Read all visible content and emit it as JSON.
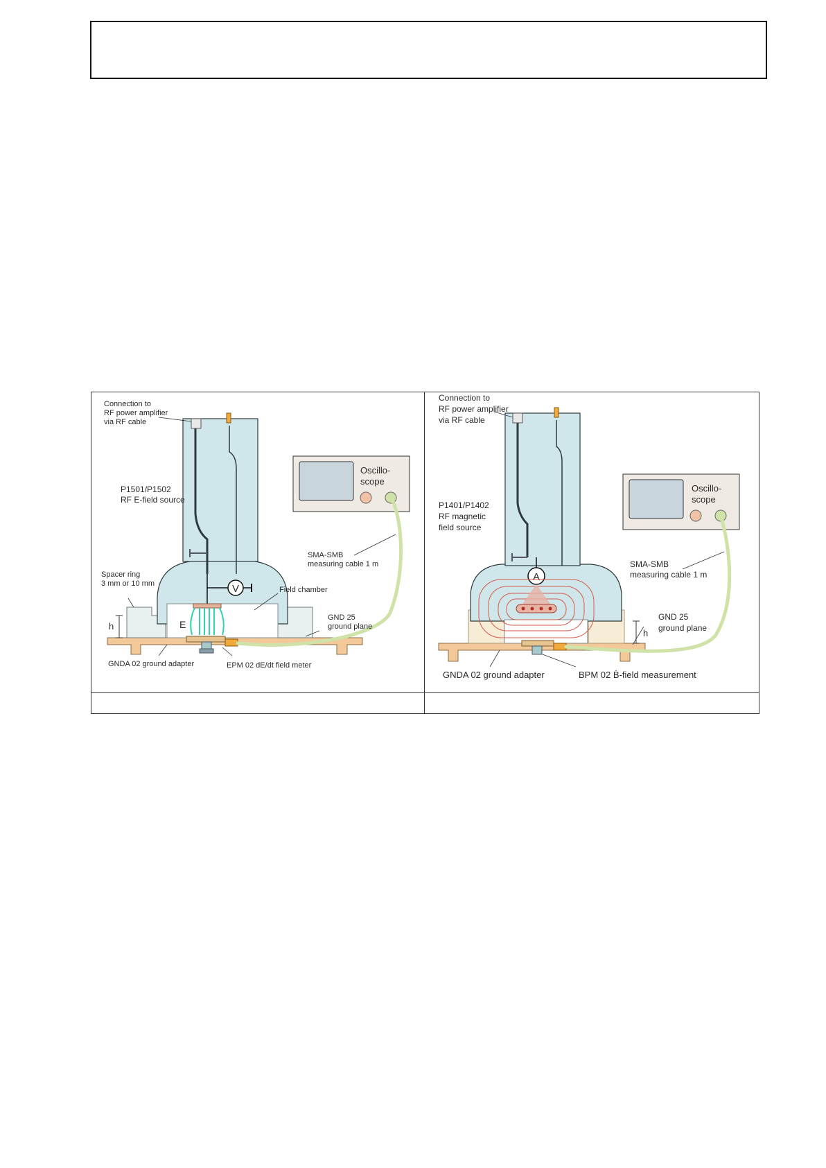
{
  "left_panel": {
    "connection_label": [
      "Connection to",
      "RF power amplifier",
      "via RF cable"
    ],
    "source_label": [
      "P1501/P1502",
      "RF E-field source"
    ],
    "oscilloscope_label": [
      "Oscillo-",
      "scope"
    ],
    "cable_label": [
      "SMA-SMB",
      "measuring cable 1 m"
    ],
    "spacer_label": [
      "Spacer ring",
      "3 mm or 10 mm"
    ],
    "voltmeter_symbol": "V",
    "field_chamber_label": "Field chamber",
    "height_label": "h",
    "e_field_label": "E",
    "ground_plane_label": [
      "GND 25",
      "ground plane"
    ],
    "ground_adapter_label": "GNDA 02 ground adapter",
    "field_meter_label": "EPM 02 dE/dt field meter",
    "caption": ""
  },
  "right_panel": {
    "connection_label": [
      "Connection to",
      "RF power amplifier",
      "via RF cable"
    ],
    "source_label": [
      "P1401/P1402",
      "RF magnetic",
      "field source"
    ],
    "oscilloscope_label": [
      "Oscillo-",
      "scope"
    ],
    "cable_label": [
      "SMA-SMB",
      "measuring cable 1 m"
    ],
    "ammeter_symbol": "A",
    "height_label": "h",
    "ground_plane_label": [
      "GND 25",
      "ground plane"
    ],
    "ground_adapter_label": "GNDA 02 ground adapter",
    "field_meter_label": "BPM 02 Ḃ-field measurement",
    "caption": ""
  },
  "colors": {
    "probe_body": "#cfe6ea",
    "probe_outline": "#2f3a3c",
    "ground_plane": "#f3c99a",
    "spacer": "#e8f0f0",
    "oscilloscope_case": "#efeae3",
    "screen": "#c9d5dc",
    "cable": "#cfe3a8",
    "connector": "#f2a93b",
    "e_field_arrows": "#2fd3b0",
    "h_field_loops": "#d65a4a"
  }
}
